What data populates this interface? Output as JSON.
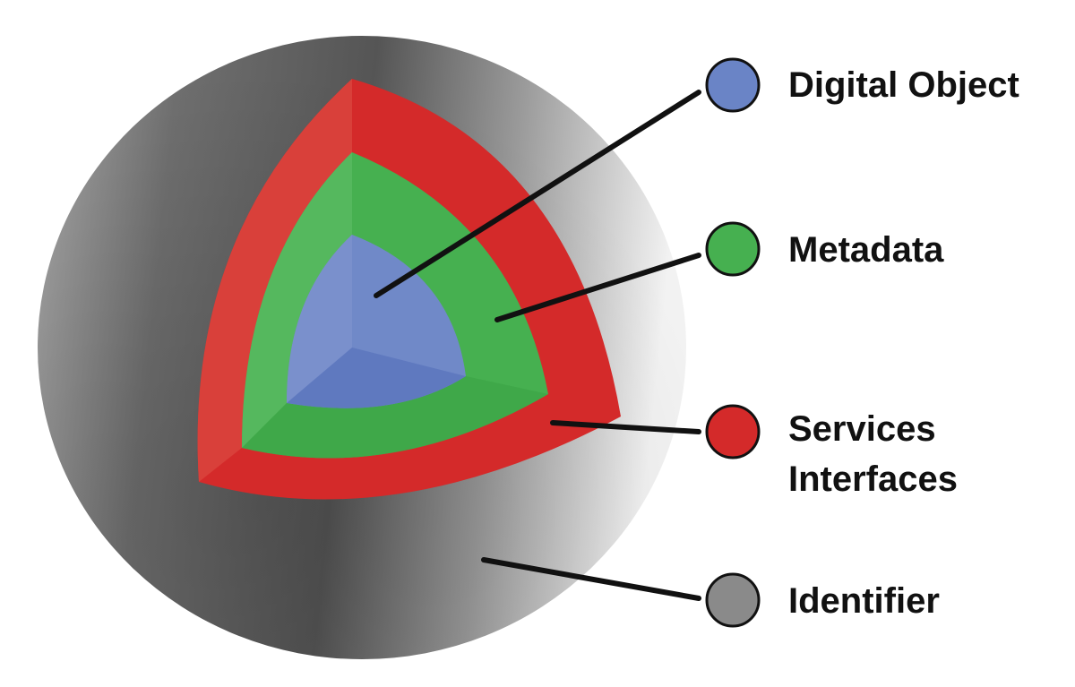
{
  "diagram": {
    "layers": [
      {
        "id": "digital-object",
        "label_lines": [
          "Digital Object"
        ],
        "color": "#6A84C6"
      },
      {
        "id": "metadata",
        "label_lines": [
          "Metadata"
        ],
        "color": "#46B050"
      },
      {
        "id": "services-interfaces",
        "label_lines": [
          "Services",
          "Interfaces"
        ],
        "color": "#D42A2A"
      },
      {
        "id": "identifier",
        "label_lines": [
          "Identifier"
        ],
        "color": "#8A8A8A"
      }
    ]
  }
}
